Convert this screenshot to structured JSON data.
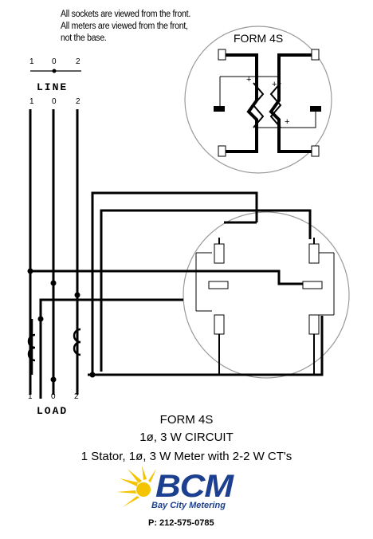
{
  "notes": [
    "All sockets are viewed from the front.",
    "All meters are viewed from the front,",
    "not the base."
  ],
  "meter_face": {
    "title": "FORM 4S"
  },
  "line": {
    "label": "LINE",
    "terminals_top": [
      "1",
      "0",
      "2"
    ],
    "terminals_bottom": [
      "1",
      "0",
      "2"
    ]
  },
  "load": {
    "label": "LOAD",
    "terminals": [
      "1",
      "0",
      "2"
    ]
  },
  "caption": {
    "title": "FORM 4S",
    "circuit": "1ø, 3 W CIRCUIT",
    "meter": "1 Stator, 1ø, 3 W Meter with 2-2 W CT's"
  },
  "brand": {
    "name": "BCM",
    "subtitle": "Bay City Metering",
    "phone": "P: 212-575-0785",
    "name_color": "#1d3f8f",
    "sun_color": "#f5c400"
  },
  "colors": {
    "wire": "#000000",
    "circle": "#9a9a9a"
  }
}
